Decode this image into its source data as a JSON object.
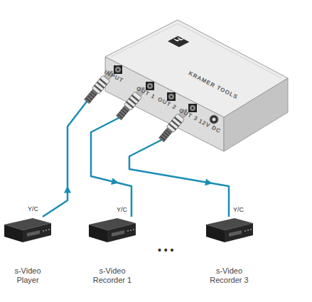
{
  "diagram": {
    "nodes": [
      {
        "text": [
          "KRAMER TOOLS"
        ]
      },
      {
        "text": [
          "INPUT"
        ],
        "in": 0
      },
      {
        "text": [
          "OUT 1"
        ],
        "in": 0
      },
      {
        "text": [
          "OUT 2"
        ],
        "in": 0
      },
      {
        "text": [
          "OUT 3"
        ],
        "in": 0
      },
      {
        "text": [
          "12V DC"
        ],
        "in": 0
      },
      {
        "text": [
          "s-Video Player"
        ]
      },
      {
        "text": [
          "s-Video Recorder 1"
        ]
      },
      {
        "text": [
          "s-Video Recorder 3"
        ]
      }
    ],
    "edges": [
      {
        "from": 6,
        "to": 1,
        "arrow": "to",
        "label": "Y/C"
      },
      {
        "from": 2,
        "to": 7,
        "arrow": "to",
        "label": "Y/C"
      },
      {
        "from": 4,
        "to": 8,
        "arrow": "to",
        "label": "Y/C"
      }
    ],
    "labels": [
      "• • •"
    ]
  }
}
